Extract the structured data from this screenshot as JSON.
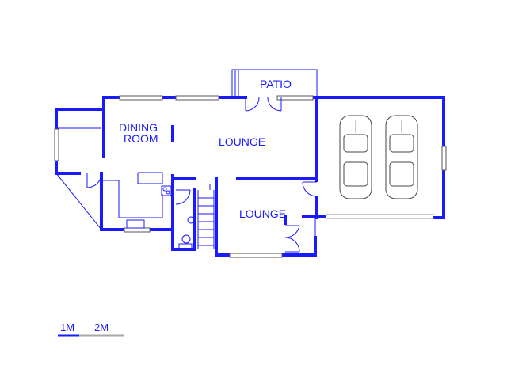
{
  "rooms": {
    "patio": "PATIO",
    "dining_line1": "DINING",
    "dining_line2": "ROOM",
    "lounge_upper": "LOUNGE",
    "lounge_lower": "LOUNGE"
  },
  "scale": {
    "label_1": "1M",
    "label_2": "2M"
  },
  "colors": {
    "wall": "#1a1aff",
    "scale_grey": "#a8a8a8"
  }
}
